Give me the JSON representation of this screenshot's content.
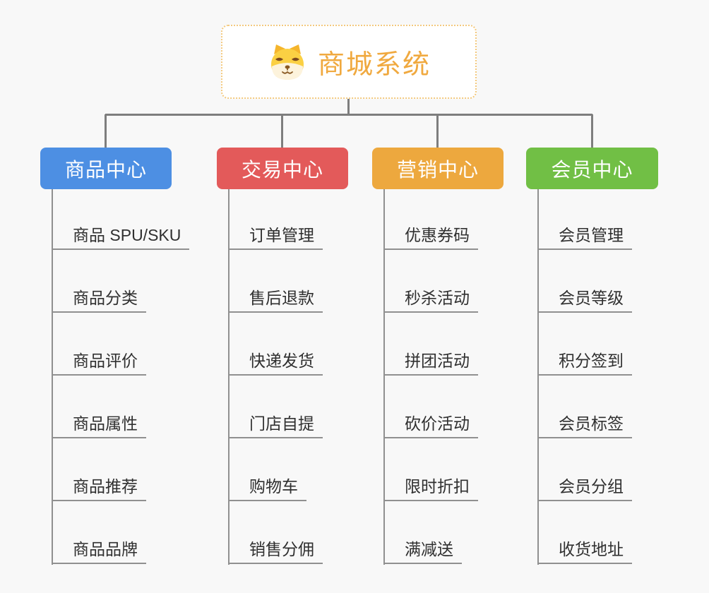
{
  "page": {
    "background": "#f8f8f8"
  },
  "root": {
    "title": "商城系统",
    "icon": "shiba-dog-icon",
    "text_color": "#f0a93f",
    "border_color": "#f3c97e"
  },
  "connectors": {
    "tree_color": "#7e7e7e",
    "sub_color": "#909090"
  },
  "branches": [
    {
      "label": "商品中心",
      "color": "#4d8fe3",
      "items": [
        "商品 SPU/SKU",
        "商品分类",
        "商品评价",
        "商品属性",
        "商品推荐",
        "商品品牌"
      ]
    },
    {
      "label": "交易中心",
      "color": "#e35a5a",
      "items": [
        "订单管理",
        "售后退款",
        "快递发货",
        "门店自提",
        "购物车",
        "销售分佣"
      ]
    },
    {
      "label": "营销中心",
      "color": "#eda83e",
      "items": [
        "优惠券码",
        "秒杀活动",
        "拼团活动",
        "砍价活动",
        "限时折扣",
        "满减送"
      ]
    },
    {
      "label": "会员中心",
      "color": "#71bf45",
      "items": [
        "会员管理",
        "会员等级",
        "积分签到",
        "会员标签",
        "会员分组",
        "收货地址"
      ]
    }
  ]
}
